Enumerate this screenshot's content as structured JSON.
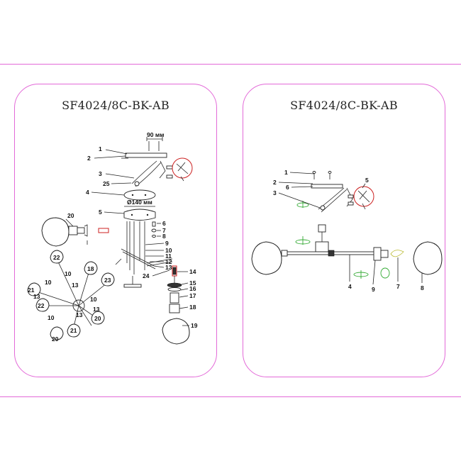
{
  "panels": [
    {
      "model": "SF4024/8C-BK-AB"
    },
    {
      "model": "SF4024/8C-BK-AB"
    }
  ],
  "left": {
    "dim_top": "90 мм",
    "dim_canopy": "Ø140 мм",
    "labels": [
      "1",
      "2",
      "3",
      "25",
      "4",
      "5",
      "6",
      "7",
      "8",
      "9",
      "10",
      "11",
      "12",
      "13",
      "24",
      "14",
      "15",
      "16",
      "17",
      "18",
      "19",
      "20",
      "22",
      "10",
      "18",
      "13",
      "23",
      "21",
      "10",
      "22",
      "13",
      "10",
      "13",
      "20",
      "10",
      "13",
      "20",
      "21"
    ]
  },
  "right": {
    "labels": [
      "1",
      "2",
      "6",
      "3",
      "5",
      "4",
      "9",
      "7",
      "8"
    ]
  },
  "colors": {
    "border": "#e36ad8",
    "callout": "#c22222"
  }
}
